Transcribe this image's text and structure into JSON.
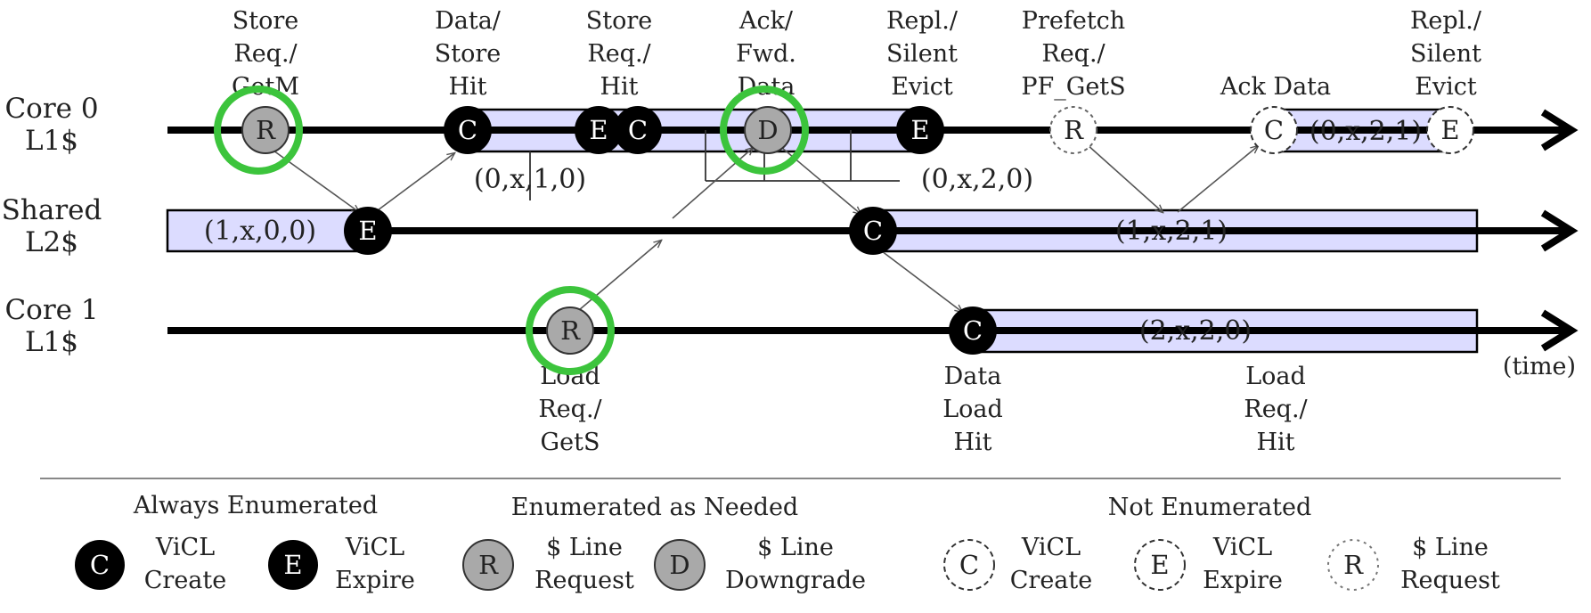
{
  "rows": [
    {
      "id": "core0",
      "line1": "Core 0",
      "line2": "L1$"
    },
    {
      "id": "l2",
      "line1": "Shared",
      "line2": "L2$"
    },
    {
      "id": "core1",
      "line1": "Core 1",
      "line2": "L1$"
    }
  ],
  "time_label": "(time)",
  "tuples": {
    "core0_a": "(0,x,1,0)",
    "core0_b": "(0,x,2,0)",
    "core0_c": "(0,x,2,1)",
    "l2_a": "(1,x,0,0)",
    "l2_b": "(1,x,2,1)",
    "core1_a": "(2,x,2,0)"
  },
  "nodes": {
    "c0_r1": "R",
    "c0_c1": "C",
    "c0_e1": "E",
    "c0_c2": "C",
    "c0_d1": "D",
    "c0_e2": "E",
    "c0_r2": "R",
    "c0_c3": "C",
    "c0_e3": "E",
    "l2_e1": "E",
    "l2_c1": "C",
    "c1_r1": "R",
    "c1_c1": "C"
  },
  "annotations": {
    "store_req_getm": [
      "Store",
      "Req./",
      "GetM"
    ],
    "data_store_hit": [
      "Data/",
      "Store",
      "Hit"
    ],
    "store_req_hit": [
      "Store",
      "Req./",
      "Hit"
    ],
    "ack_fwd_data": [
      "Ack/",
      "Fwd.",
      "Data"
    ],
    "repl_silent_evict_1": [
      "Repl./",
      "Silent",
      "Evict"
    ],
    "prefetch": [
      "Prefetch",
      "Req./",
      "PF_GetS"
    ],
    "ack_data": "Ack Data",
    "repl_silent_evict_2": [
      "Repl./",
      "Silent",
      "Evict"
    ],
    "load_req_gets": [
      "Load",
      "Req./",
      "GetS"
    ],
    "data_load_hit": [
      "Data",
      "Load",
      "Hit"
    ],
    "load_req_hit": [
      "Load",
      "Req./",
      "Hit"
    ]
  },
  "legend": {
    "always": {
      "heading": "Always Enumerated",
      "items": [
        {
          "glyph": "C",
          "line1": "ViCL",
          "line2": "Create"
        },
        {
          "glyph": "E",
          "line1": "ViCL",
          "line2": "Expire"
        }
      ]
    },
    "needed": {
      "heading": "Enumerated as Needed",
      "items": [
        {
          "glyph": "R",
          "line1": "$ Line",
          "line2": "Request"
        },
        {
          "glyph": "D",
          "line1": "$ Line",
          "line2": "Downgrade"
        }
      ]
    },
    "not": {
      "heading": "Not Enumerated",
      "items": [
        {
          "glyph": "C",
          "line1": "ViCL",
          "line2": "Create"
        },
        {
          "glyph": "E",
          "line1": "ViCL",
          "line2": "Expire"
        },
        {
          "glyph": "R",
          "line1": "$ Line",
          "line2": "Request"
        }
      ]
    }
  },
  "colors": {
    "band_fill": "#dcdcff",
    "highlight": "#3cc43c",
    "black_node": "#000000",
    "gray_node": "#a9a9a9"
  }
}
